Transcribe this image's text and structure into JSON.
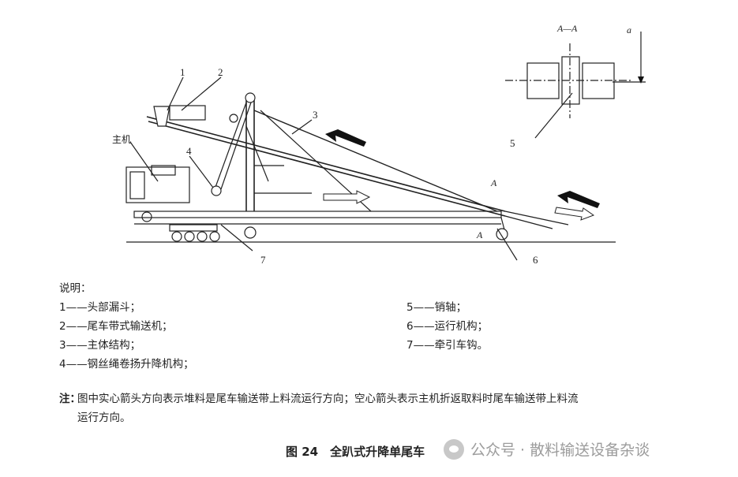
{
  "diagram": {
    "callouts": [
      "1",
      "2",
      "3",
      "4",
      "5",
      "6",
      "7"
    ],
    "main_machine_label": "主机",
    "section_label": "A—A",
    "section_mark": "A",
    "angle_label": "a"
  },
  "legend": {
    "title": "说明：",
    "items": [
      {
        "num": "1",
        "text": "头部漏斗；"
      },
      {
        "num": "2",
        "text": "尾车带式输送机；"
      },
      {
        "num": "3",
        "text": "主体结构；"
      },
      {
        "num": "4",
        "text": "钢丝绳卷扬升降机构；"
      },
      {
        "num": "5",
        "text": "销轴；"
      },
      {
        "num": "6",
        "text": "运行机构；"
      },
      {
        "num": "7",
        "text": "牵引车钩。"
      }
    ],
    "dash": "——"
  },
  "note": {
    "title": "注：",
    "line1": "图中实心箭头方向表示堆料是尾车输送带上料流运行方向；空心箭头表示主机折返取料时尾车输送带上料流",
    "line2": "运行方向。"
  },
  "caption": "图 24　全趴式升降单尾车",
  "watermark": "公众号 · 散料输送设备杂谈"
}
